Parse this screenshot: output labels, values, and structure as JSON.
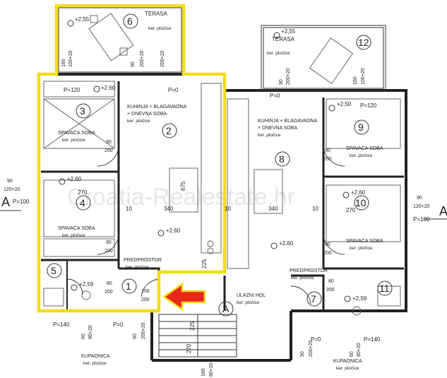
{
  "plan": {
    "watermark": "Croatia-Realestate.hr",
    "rooms": [
      {
        "number": "1",
        "name": "PREDPROSTOR",
        "floor": "ker. pločice",
        "height": ""
      },
      {
        "number": "2",
        "name": "KUHINJA + BLAGAVAONA + DNEVNA SOBA",
        "floor": "ker. pločice",
        "height": "+2,60"
      },
      {
        "number": "3",
        "name": "SPAVAĆA SOBA",
        "floor": "ker. pločice",
        "height": "+2,60"
      },
      {
        "number": "4",
        "name": "SPAVAĆA SOBA",
        "floor": "ker. pločice",
        "height": "+2,60"
      },
      {
        "number": "5",
        "name": "KUPAONICA",
        "floor": "ker. pločice",
        "height": "+2,59"
      },
      {
        "number": "6",
        "name": "TERASA",
        "floor": "ker. pločice",
        "height": "+2,55"
      },
      {
        "number": "7",
        "name": "PREDPROSTOR",
        "floor": "ker. pločice",
        "height": ""
      },
      {
        "number": "8",
        "name": "KUHINJA + BLAGAVAONA + DNEVNA SOBA",
        "floor": "ker. pločice",
        "height": "+2,60"
      },
      {
        "number": "9",
        "name": "SPAVAĆA SOBA",
        "floor": "ker. pločice",
        "height": "+2,50"
      },
      {
        "number": "10",
        "name": "SPAVAĆA SOBA",
        "floor": "ker. pločice",
        "height": "+2,60"
      },
      {
        "number": "11",
        "name": "KUPAONICA",
        "floor": "ker. pločice",
        "height": "+2,59"
      },
      {
        "number": "12",
        "name": "TERASA",
        "floor": "ker. pločice",
        "height": "+2,55"
      },
      {
        "number": "A",
        "name": "ULAZNI HOL",
        "floor": "ker. pločice",
        "height": ""
      }
    ],
    "labels": {
      "p120": "P=120",
      "p0": "P=0",
      "p100": "P=100",
      "p140": "P=140",
      "d90_200": [
        "90",
        "200"
      ],
      "d80_200": [
        "80",
        "200"
      ],
      "d100_200": [
        "100",
        "200"
      ],
      "d90_120_20": [
        "90",
        "120+20"
      ],
      "d160_100_20": [
        "160",
        "100+20"
      ],
      "d90_200_20": [
        "90",
        "200+20"
      ],
      "d60_80_20": [
        "60",
        "80+20"
      ],
      "d180_80_20": [
        "180",
        "80+20"
      ],
      "dim340": "340",
      "dim270": "270",
      "dim10": "10",
      "dim675": "675",
      "dim225": "225",
      "section": "A",
      "stairs": "270"
    },
    "colors": {
      "highlight": "#f2dc1b",
      "arrow": "#e8261c"
    }
  }
}
